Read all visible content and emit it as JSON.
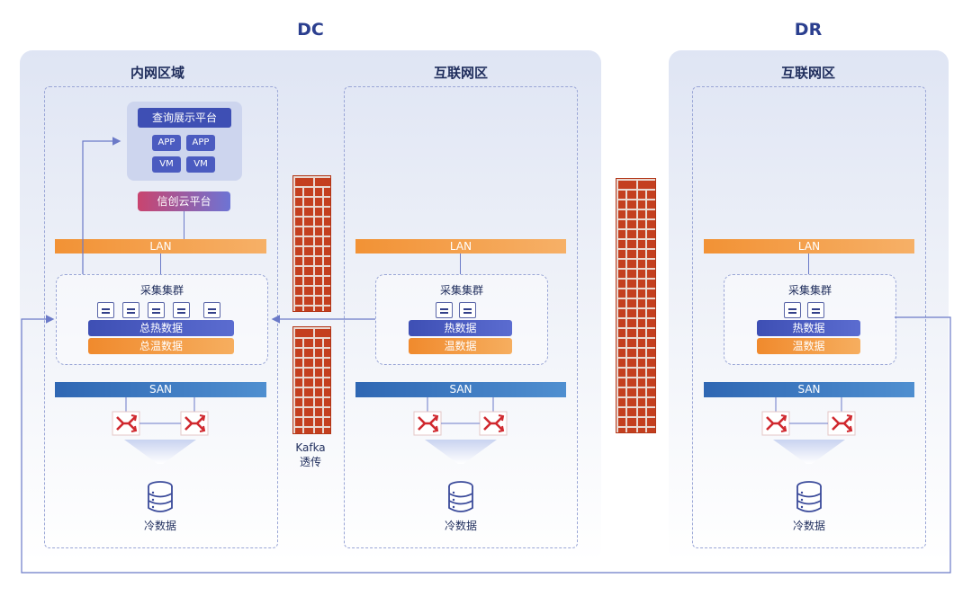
{
  "dc": {
    "title": "DC",
    "intranet": {
      "title": "内网区域",
      "query_platform": {
        "title": "查询展示平台",
        "chips": [
          "APP",
          "APP",
          "VM",
          "VM"
        ]
      },
      "xinchuang_label": "信创云平台",
      "lan_label": "LAN",
      "cluster_title": "采集集群",
      "hot_label": "总热数据",
      "warm_label": "总温数据",
      "san_label": "SAN",
      "cold_label": "冷数据"
    },
    "internet": {
      "title": "互联网区",
      "lan_label": "LAN",
      "cluster_title": "采集集群",
      "hot_label": "热数据",
      "warm_label": "温数据",
      "san_label": "SAN",
      "cold_label": "冷数据"
    }
  },
  "dr": {
    "title": "DR",
    "internet": {
      "title": "互联网区",
      "lan_label": "LAN",
      "cluster_title": "采集集群",
      "hot_label": "热数据",
      "warm_label": "温数据",
      "san_label": "SAN",
      "cold_label": "冷数据"
    }
  },
  "kafka": {
    "line1": "Kafka",
    "line2": "透传"
  },
  "colors": {
    "lan": "#f29235",
    "san": "#2f67b3",
    "hot": "#3e4fb4",
    "warm": "#f08a2d",
    "firewall": "#c43f1f",
    "switch": "#d0282e",
    "connector": "#6b7ac8"
  }
}
